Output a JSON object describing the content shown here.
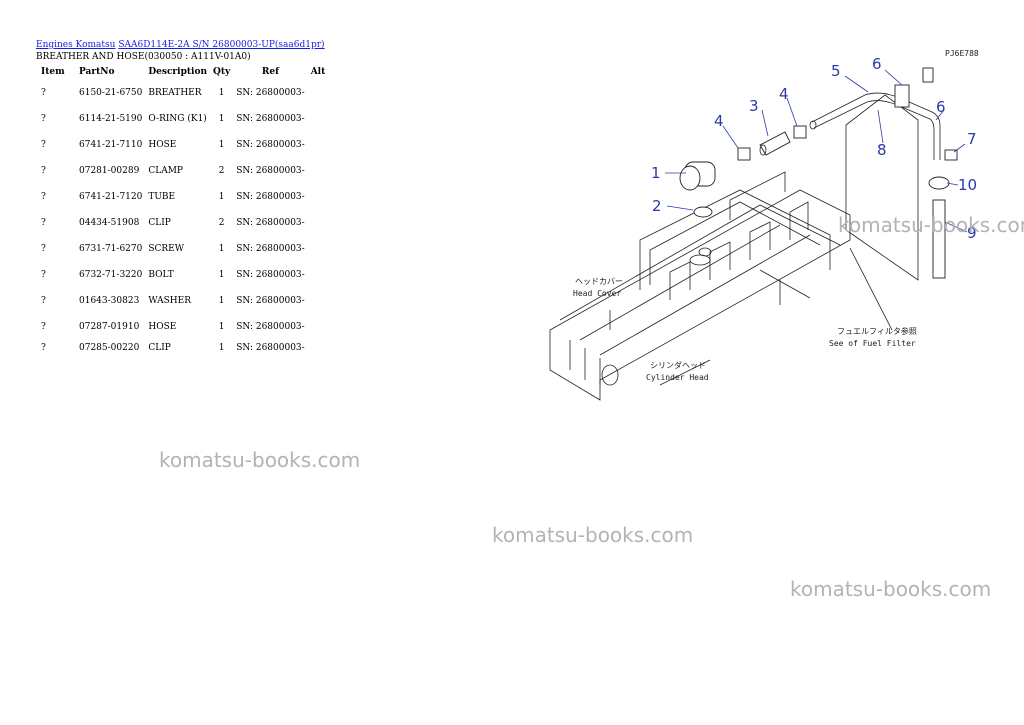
{
  "breadcrumb": {
    "link1": "Engines Komatsu",
    "link2": "SAA6D114E-2A S/N 26800003-UP(saa6d1pr)"
  },
  "subtitle": "BREATHER AND HOSE(030050 : A111V-01A0)",
  "table": {
    "headers": [
      "Item",
      "PartNo",
      "Description",
      "Qty",
      "Ref",
      "Alt"
    ],
    "rows": [
      {
        "item": "?",
        "partno": "6150-21-6750",
        "description": "BREATHER",
        "qty": "1",
        "ref": "SN: 26800003-",
        "alt": ""
      },
      {
        "item": "?",
        "partno": "6114-21-5190",
        "description": "O-RING (K1)",
        "qty": "1",
        "ref": "SN: 26800003-",
        "alt": ""
      },
      {
        "item": "?",
        "partno": "6741-21-7110",
        "description": "HOSE",
        "qty": "1",
        "ref": "SN: 26800003-",
        "alt": ""
      },
      {
        "item": "?",
        "partno": "07281-00289",
        "description": "CLAMP",
        "qty": "2",
        "ref": "SN: 26800003-",
        "alt": ""
      },
      {
        "item": "?",
        "partno": "6741-21-7120",
        "description": "TUBE",
        "qty": "1",
        "ref": "SN: 26800003-",
        "alt": ""
      },
      {
        "item": "?",
        "partno": "04434-51908",
        "description": "CLIP",
        "qty": "2",
        "ref": "SN: 26800003-",
        "alt": ""
      },
      {
        "item": "?",
        "partno": "6731-71-6270",
        "description": "SCREW",
        "qty": "1",
        "ref": "SN: 26800003-",
        "alt": ""
      },
      {
        "item": "?",
        "partno": "6732-71-3220",
        "description": "BOLT",
        "qty": "1",
        "ref": "SN: 26800003-",
        "alt": ""
      },
      {
        "item": "?",
        "partno": "01643-30823",
        "description": "WASHER",
        "qty": "1",
        "ref": "SN: 26800003-",
        "alt": ""
      },
      {
        "item": "?",
        "partno": "07287-01910",
        "description": "HOSE",
        "qty": "1",
        "ref": "SN: 26800003-",
        "alt": ""
      },
      {
        "item": "?",
        "partno": "07285-00220",
        "description": "CLIP",
        "qty": "1",
        "ref": "SN: 26800003-",
        "alt": ""
      }
    ]
  },
  "diagram": {
    "code": "PJ6E788",
    "callouts": [
      "1",
      "2",
      "3",
      "4",
      "4",
      "5",
      "6",
      "6",
      "7",
      "8",
      "9",
      "10"
    ],
    "labels": {
      "head_cover_jp": "ヘッドカバー",
      "head_cover": "Head Cover",
      "fuel_filter_jp": "フュエルフィルタ参照",
      "fuel_filter": "See of Fuel Filter",
      "cylinder_head_jp": "シリンダヘッド",
      "cylinder_head": "Cylinder Head"
    }
  },
  "watermarks": [
    "komatsu-books.com",
    "komatsu-books.com",
    "komatsu-books.com",
    "komatsu-books.com"
  ]
}
